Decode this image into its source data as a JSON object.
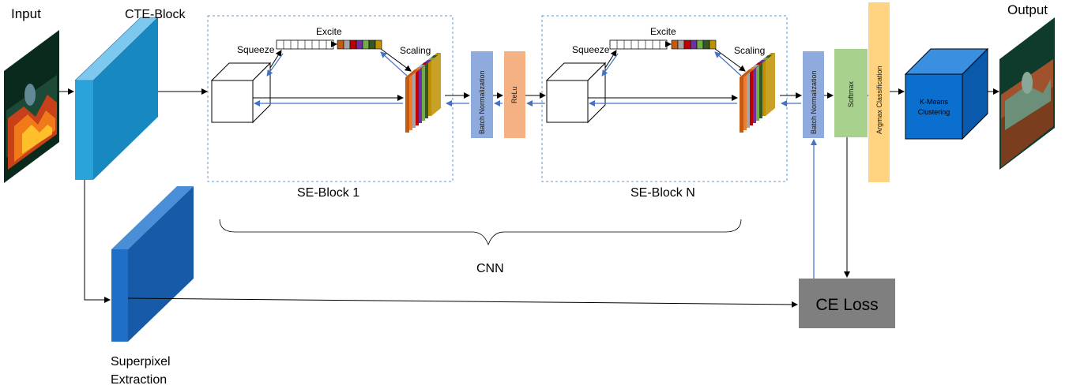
{
  "labels": {
    "input": "Input",
    "output": "Output",
    "cte_block": "CTE-Block",
    "superpixel_line1": "Superpixel",
    "superpixel_line2": "Extraction",
    "se_block_1": "SE-Block 1",
    "se_block_n": "SE-Block N",
    "cnn": "CNN",
    "ce_loss": "CE Loss",
    "squeeze": "Squeeze",
    "excite": "Excite",
    "scaling": "Scaling",
    "batch_norm": "Batch Normalization",
    "relu": "ReLu",
    "softmax": "Softmax",
    "argmax": "Argmax Classification",
    "kmeans_line1": "K-Means",
    "kmeans_line2": "Clustering"
  },
  "colors": {
    "cte_front": "#2aa3db",
    "cte_top": "#7cc8ee",
    "cte_side": "#1789c0",
    "superpixel_front": "#1f6fc8",
    "superpixel_top": "#4a8ed8",
    "superpixel_side": "#165aa8",
    "kmeans_front": "#0b6fd0",
    "kmeans_top": "#3a8fe0",
    "kmeans_side": "#0a5aab",
    "batch_norm": "#8faadc",
    "relu": "#f4b183",
    "softmax": "#a9d18e",
    "argmax": "#ffd37f",
    "ce_loss": "#7f7f7f",
    "blue_arrow": "#4472c4",
    "dashed_border": "#5b9bd5",
    "excite_colors": [
      "#c55a11",
      "#a5a5a5",
      "#c00000",
      "#7030a0",
      "#70ad47",
      "#375623",
      "#bf9000"
    ],
    "scaling_colors": [
      "#c55a11",
      "#ed7d31",
      "#a5a5a5",
      "#c00000",
      "#7030a0",
      "#70ad47",
      "#375623",
      "#bf9000"
    ]
  }
}
